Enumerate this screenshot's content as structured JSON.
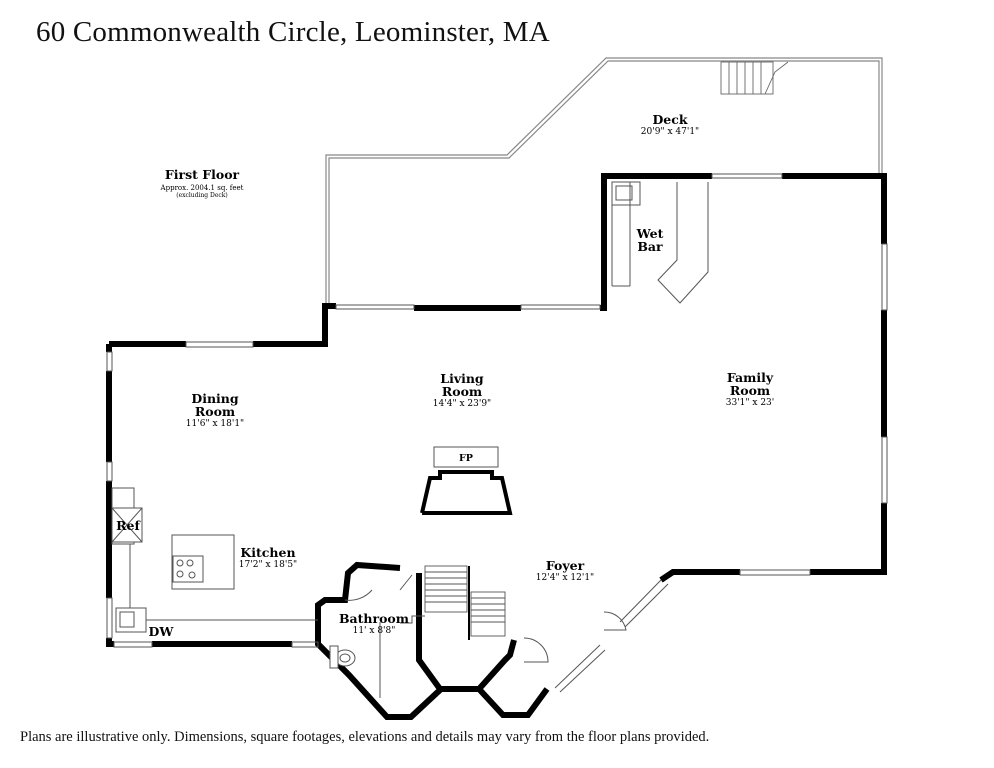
{
  "title": "60 Commonwealth Circle, Leominster, MA",
  "floor": {
    "name": "First Floor",
    "area": "Approx. 2004.1 sq. feet",
    "note": "(excluding Deck)"
  },
  "rooms": {
    "deck": {
      "name": "Deck",
      "dims": "20'9\" x 47'1\""
    },
    "wet_bar": {
      "line1": "Wet",
      "line2": "Bar"
    },
    "living": {
      "line1": "Living",
      "line2": "Room",
      "dims": "14'4\" x 23'9\""
    },
    "family": {
      "line1": "Family",
      "line2": "Room",
      "dims": "33'1\" x 23'"
    },
    "dining": {
      "line1": "Dining",
      "line2": "Room",
      "dims": "11'6\" x 18'1\""
    },
    "kitchen": {
      "name": "Kitchen",
      "dims": "17'2\" x 18'5\""
    },
    "foyer": {
      "name": "Foyer",
      "dims": "12'4\" x 12'1\""
    },
    "bathroom": {
      "name": "Bathroom",
      "dims": "11' x 8'8\""
    }
  },
  "fixtures": {
    "fireplace": "FP",
    "refrigerator": "Ref",
    "dishwasher": "DW"
  },
  "disclaimer": "Plans are illustrative only. Dimensions, square footages, elevations and details may vary from the floor plans provided."
}
